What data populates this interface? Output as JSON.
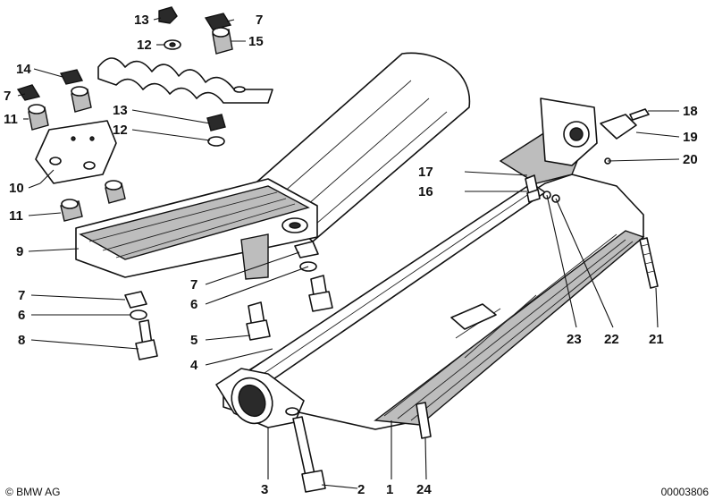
{
  "copyright": "© BMW AG",
  "drawing_number": "00003806",
  "callouts": [
    "1",
    "2",
    "3",
    "4",
    "5",
    "6",
    "6",
    "7",
    "7",
    "7",
    "8",
    "9",
    "10",
    "11",
    "11",
    "12",
    "12",
    "13",
    "13",
    "14",
    "15",
    "16",
    "17",
    "18",
    "19",
    "20",
    "21",
    "22",
    "23",
    "24"
  ]
}
